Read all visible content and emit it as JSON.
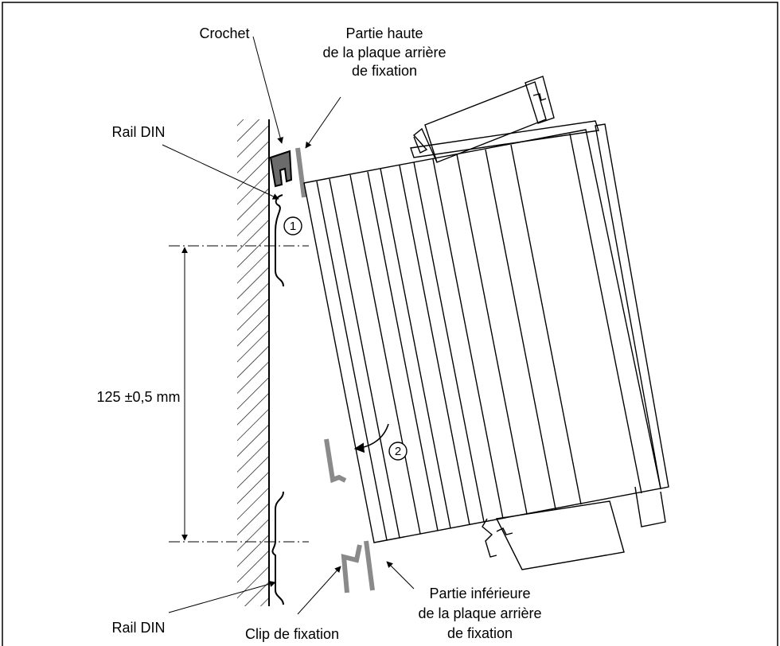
{
  "labels": {
    "crochet": "Crochet",
    "top_plate": [
      "Partie haute",
      "de la plaque arrière",
      "de fixation"
    ],
    "rail_top": "Rail DIN",
    "dimension": "125 ±0,5 mm",
    "rail_bottom": "Rail DIN",
    "clip": "Clip de fixation",
    "bottom_plate": [
      "Partie inférieure",
      "de la plaque arrière",
      "de fixation"
    ]
  },
  "steps": {
    "one": "1",
    "two": "2"
  },
  "colors": {
    "line": "#000000",
    "hook": "#6b6b6b",
    "plate": "#8a8a8a"
  }
}
